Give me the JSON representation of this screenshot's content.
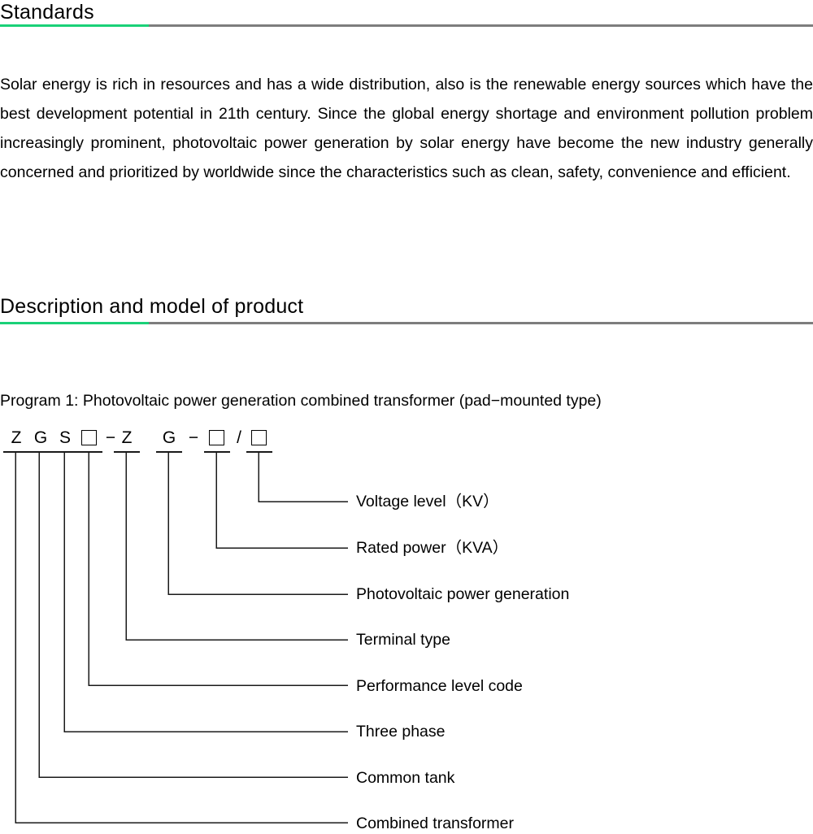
{
  "document": {
    "sections": [
      {
        "id": "standards",
        "heading": "Standards",
        "accent_color": "#1ad178",
        "rule_color": "#7d7d7d"
      },
      {
        "id": "description",
        "heading": "Description and model of product",
        "accent_color": "#1ad178",
        "rule_color": "#7d7d7d"
      }
    ],
    "body_paragraph": "Solar energy is rich in resources and has a wide distribution, also is the renewable energy sources which have the best development potential in 21th century. Since the global energy shortage and environment pollution problem increasingly prominent, photovoltaic power generation by solar energy have become the new industry generally concerned and prioritized by worldwide since the characteristics such as clean, safety, convenience and efficient.",
    "program_caption": "Program 1: Photovoltaic power generation combined transformer (pad−mounted type)",
    "model_code": {
      "full_string": "Z G S □ −Z  G − □ / □",
      "tokens": [
        {
          "text": "Z",
          "type": "letter",
          "underlined": true
        },
        {
          "text": "G",
          "type": "letter",
          "underlined": true
        },
        {
          "text": "S",
          "type": "letter",
          "underlined": true
        },
        {
          "text": "□",
          "type": "box",
          "underlined": true
        },
        {
          "text": "−",
          "type": "separator",
          "underlined": false
        },
        {
          "text": "Z",
          "type": "letter",
          "underlined": true
        },
        {
          "text": "G",
          "type": "letter",
          "underlined": true
        },
        {
          "text": "−",
          "type": "separator",
          "underlined": false
        },
        {
          "text": "□",
          "type": "box",
          "underlined": true
        },
        {
          "text": "/",
          "type": "separator",
          "underlined": false
        },
        {
          "text": "□",
          "type": "box",
          "underlined": true
        }
      ]
    },
    "leader_labels": [
      {
        "id": "voltage-level",
        "text": "Voltage level（KV）"
      },
      {
        "id": "rated-power",
        "text": "Rated power（KVA）"
      },
      {
        "id": "photovoltaic",
        "text": "Photovoltaic power generation"
      },
      {
        "id": "terminal-type",
        "text": "Terminal type"
      },
      {
        "id": "performance-level",
        "text": "Performance level code"
      },
      {
        "id": "three-phase",
        "text": "Three phase"
      },
      {
        "id": "common-tank",
        "text": "Common tank"
      },
      {
        "id": "combined-transformer",
        "text": "Combined transformer"
      }
    ]
  }
}
